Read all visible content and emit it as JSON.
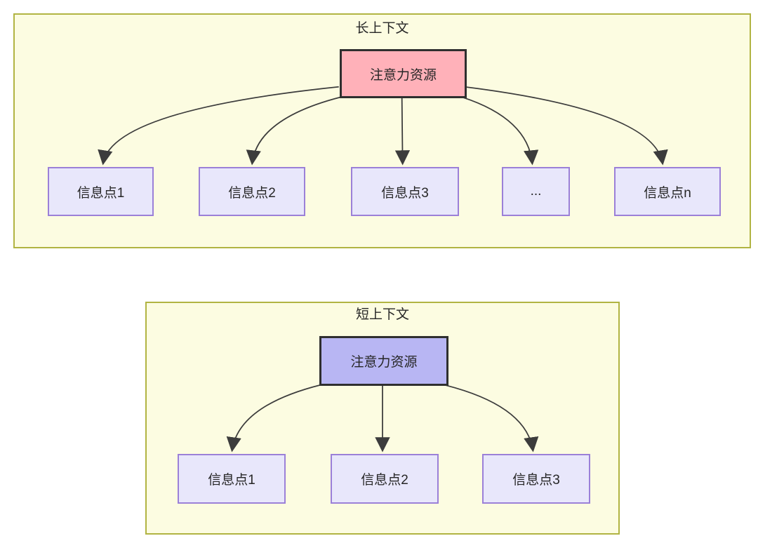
{
  "colors": {
    "panel_fill": "#fcfce1",
    "panel_border": "#b1b442",
    "long_source_fill": "#ffb1b9",
    "short_source_fill": "#b8b6f3",
    "target_fill": "#e8e7fb",
    "target_border": "#9b80d8",
    "node_border": "#2f2f2f",
    "arrow": "#3c3c3c"
  },
  "panels": [
    {
      "title": "长上下文",
      "source_label": "注意力资源",
      "targets": [
        "信息点1",
        "信息点2",
        "信息点3",
        "...",
        "信息点n"
      ]
    },
    {
      "title": "短上下文",
      "source_label": "注意力资源",
      "targets": [
        "信息点1",
        "信息点2",
        "信息点3"
      ]
    }
  ]
}
